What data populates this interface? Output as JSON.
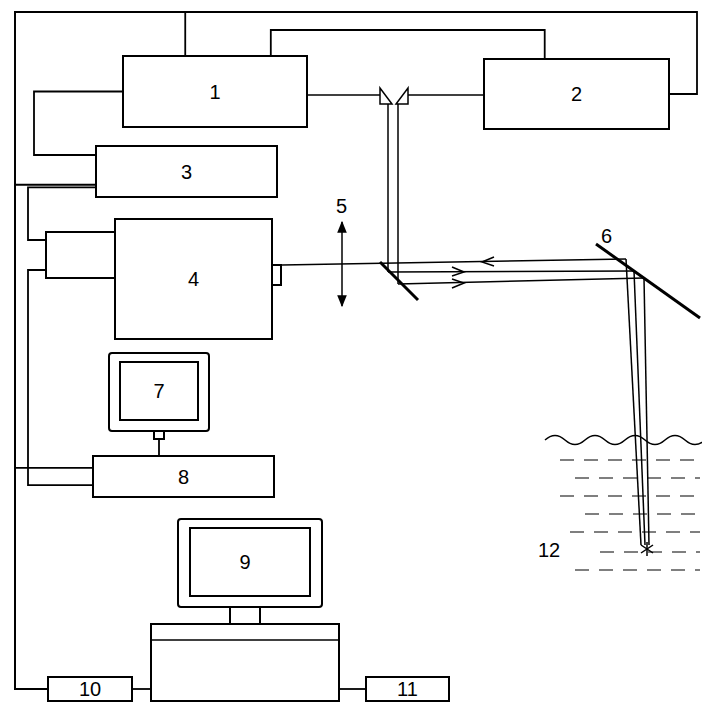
{
  "diagram": {
    "nodes": [
      {
        "text": [
          "1"
        ]
      },
      {
        "text": [
          "2"
        ]
      },
      {
        "text": [
          "3"
        ]
      },
      {
        "text": [
          "4"
        ]
      },
      {
        "text": [
          "7"
        ]
      },
      {
        "text": [
          "8"
        ]
      },
      {
        "text": [
          "9"
        ]
      },
      {
        "text": [
          "10"
        ]
      },
      {
        "text": [
          "11"
        ]
      }
    ],
    "edges": [
      {
        "from": 0,
        "to": 1,
        "arrow": "none"
      },
      {
        "from": 7,
        "to": 0,
        "arrow": "none"
      },
      {
        "from": 7,
        "to": 1,
        "arrow": "none"
      },
      {
        "from": 7,
        "to": 2,
        "arrow": "none"
      },
      {
        "from": 7,
        "to": 5,
        "arrow": "none"
      },
      {
        "from": 0,
        "to": 2,
        "arrow": "none"
      },
      {
        "from": 2,
        "to": 3,
        "arrow": "none"
      },
      {
        "from": 5,
        "to": 3,
        "arrow": "none"
      },
      {
        "from": 4,
        "to": 5,
        "arrow": "none"
      },
      {
        "from": 7,
        "to": 6,
        "arrow": "none"
      },
      {
        "from": 6,
        "to": 8,
        "arrow": "none"
      }
    ],
    "labels": [
      "5",
      "6",
      "12"
    ]
  }
}
